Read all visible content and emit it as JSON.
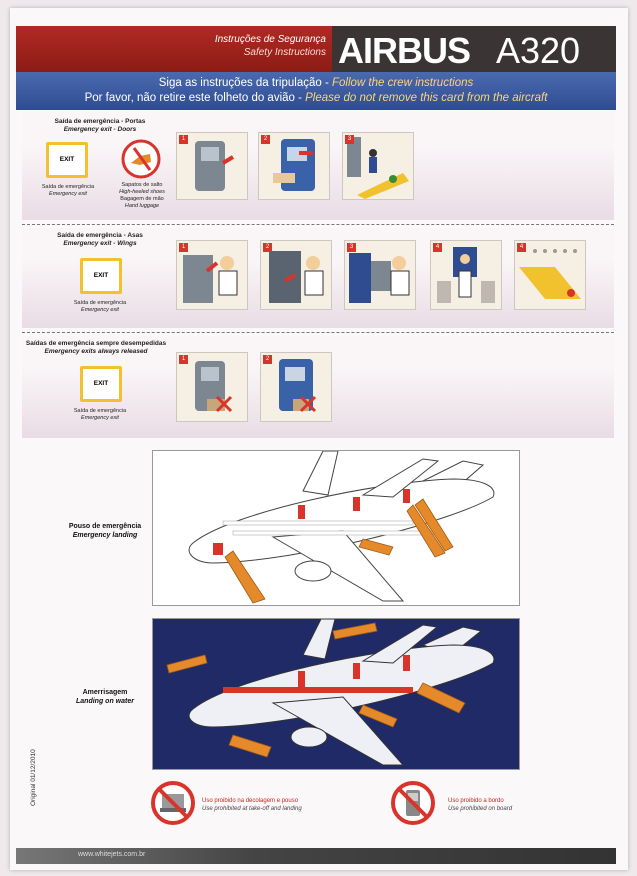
{
  "header": {
    "title_pt": "Instruções de Segurança",
    "title_en": "Safety Instructions",
    "brand": "AIRBUS",
    "model": "A320"
  },
  "subheader": {
    "line1_pt": "Siga as instruções da tripulação - ",
    "line1_en": "Follow the crew instructions",
    "line2_pt": "Por favor, não retire este folheto do avião - ",
    "line2_en": "Please do not remove this card from the aircraft"
  },
  "doors": {
    "title_pt": "Saída de emergência - Portas",
    "title_en": "Emergency exit - Doors",
    "exit_sign": "EXIT",
    "exit_caption_pt": "Saída de emergência",
    "exit_caption_en": "Emergency exit",
    "shoes_pt": "Sapatos de salto",
    "shoes_en": "High-heeled shoes",
    "bag_pt": "Bagagem de mão",
    "bag_en": "Hand luggage",
    "steps": [
      "1",
      "2",
      "3"
    ]
  },
  "wings": {
    "title_pt": "Saída de emergência - Asas",
    "title_en": "Emergency exit - Wings",
    "exit_sign": "EXIT",
    "exit_caption_pt": "Saída de emergência",
    "exit_caption_en": "Emergency exit",
    "steps": [
      "1",
      "2",
      "3",
      "4",
      "4"
    ]
  },
  "released": {
    "title_pt": "Saídas de emergência sempre desempedidas",
    "title_en": "Emergency exits always released",
    "exit_sign": "EXIT",
    "exit_caption_pt": "Saída de emergência",
    "exit_caption_en": "Emergency exit",
    "steps": [
      "1",
      "2"
    ]
  },
  "landing": {
    "label_pt": "Pouso de emergência",
    "label_en": "Emergency landing"
  },
  "water": {
    "label_pt": "Amerrisagem",
    "label_en": "Landing on water"
  },
  "prohibitions": {
    "takeoff_pt": "Uso proibido na decolagem e pouso",
    "takeoff_en": "Use prohibited at take-off and landing",
    "board_pt": "Uso proibido a bordo",
    "board_en": "Use prohibited on board"
  },
  "footer": {
    "url": "www.whitejets.com.br",
    "original": "Original 01/12/2010"
  },
  "colors": {
    "red": "#b02a22",
    "blue": "#2f4c90",
    "sea": "#1f2a66",
    "slide": "#e58a2a",
    "exit_border": "#f2c12e"
  }
}
